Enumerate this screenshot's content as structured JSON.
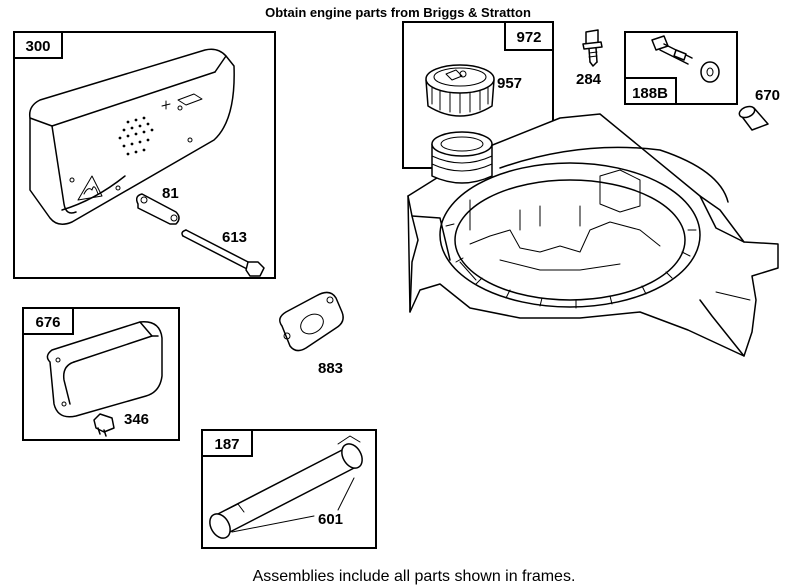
{
  "header": {
    "title": "Obtain engine parts from Briggs & Stratton"
  },
  "footer": {
    "note": "Assemblies include all parts shown in frames."
  },
  "frames": [
    {
      "id": "300"
    },
    {
      "id": "972"
    },
    {
      "id": "188B"
    },
    {
      "id": "676"
    },
    {
      "id": "187"
    }
  ],
  "parts": [
    {
      "id": "957"
    },
    {
      "id": "284"
    },
    {
      "id": "670"
    },
    {
      "id": "81"
    },
    {
      "id": "613"
    },
    {
      "id": "883"
    },
    {
      "id": "346"
    },
    {
      "id": "601"
    }
  ]
}
